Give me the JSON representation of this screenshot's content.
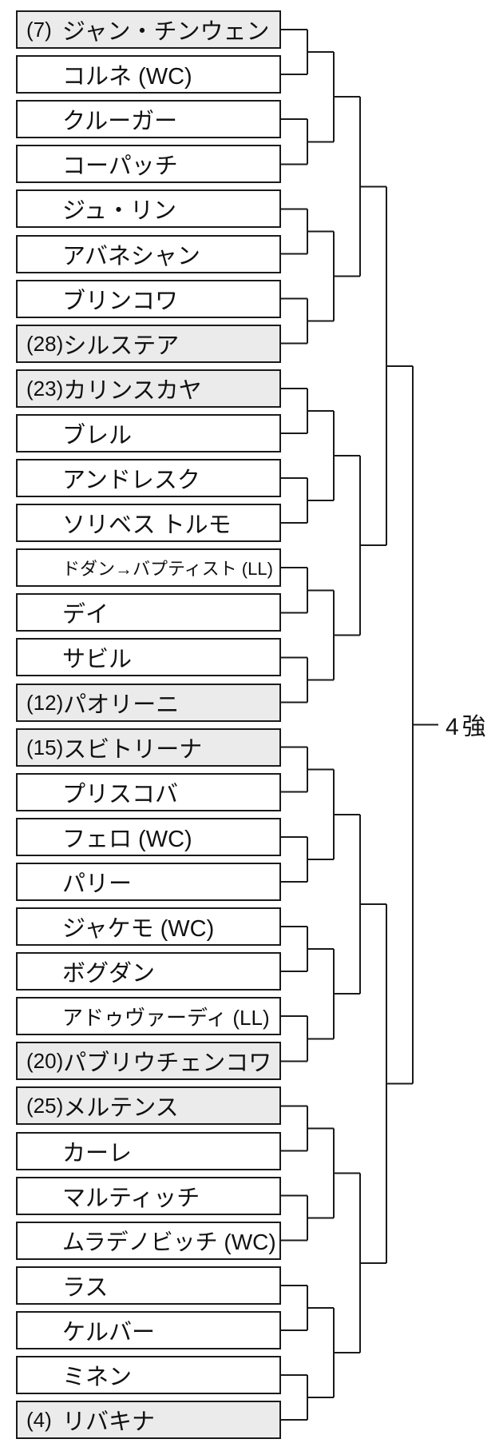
{
  "bracket": {
    "advance_label": "4強",
    "players": [
      {
        "seed": "(7)",
        "name": "ジャン・チンウェン"
      },
      {
        "seed": "",
        "name": "コルネ (WC)"
      },
      {
        "seed": "",
        "name": "クルーガー"
      },
      {
        "seed": "",
        "name": "コーパッチ"
      },
      {
        "seed": "",
        "name": "ジュ・リン"
      },
      {
        "seed": "",
        "name": "アバネシャン"
      },
      {
        "seed": "",
        "name": "ブリンコワ"
      },
      {
        "seed": "(28)",
        "name": "シルステア"
      },
      {
        "seed": "(23)",
        "name": "カリンスカヤ"
      },
      {
        "seed": "",
        "name": "ブレル"
      },
      {
        "seed": "",
        "name": "アンドレスク"
      },
      {
        "seed": "",
        "name": "ソリベス トルモ"
      },
      {
        "seed": "",
        "name": "ドダン→バプティスト (LL)"
      },
      {
        "seed": "",
        "name": "デイ"
      },
      {
        "seed": "",
        "name": "サビル"
      },
      {
        "seed": "(12)",
        "name": "パオリーニ"
      },
      {
        "seed": "(15)",
        "name": "スビトリーナ"
      },
      {
        "seed": "",
        "name": "プリスコバ"
      },
      {
        "seed": "",
        "name": "フェロ (WC)"
      },
      {
        "seed": "",
        "name": "パリー"
      },
      {
        "seed": "",
        "name": "ジャケモ (WC)"
      },
      {
        "seed": "",
        "name": "ボグダン"
      },
      {
        "seed": "",
        "name": "アドゥヴァーディ (LL)"
      },
      {
        "seed": "(20)",
        "name": "パブリウチェンコワ"
      },
      {
        "seed": "(25)",
        "name": "メルテンス"
      },
      {
        "seed": "",
        "name": "カーレ"
      },
      {
        "seed": "",
        "name": "マルティッチ"
      },
      {
        "seed": "",
        "name": "ムラデノビッチ (WC)"
      },
      {
        "seed": "",
        "name": "ラス"
      },
      {
        "seed": "",
        "name": "ケルバー"
      },
      {
        "seed": "",
        "name": "ミネン"
      },
      {
        "seed": "(4)",
        "name": "リバキナ"
      }
    ]
  },
  "colors": {
    "line": "#1a1a1a",
    "box_border": "#1a1a1a",
    "seeded_bg": "#ebebeb",
    "unseeded_bg": "#ffffff",
    "text": "#111111",
    "background": "#ffffff"
  }
}
